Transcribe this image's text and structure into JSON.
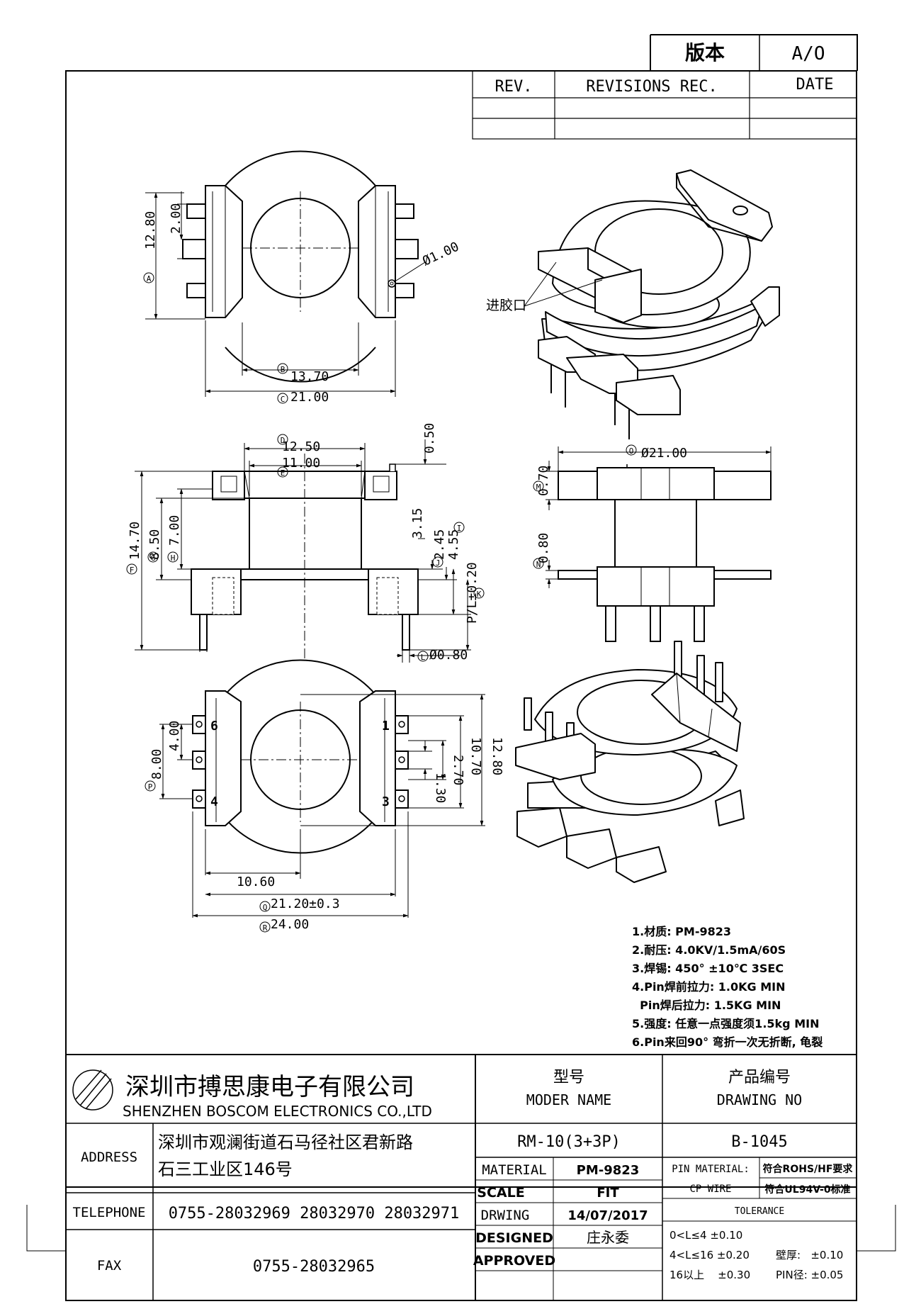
{
  "version_box": {
    "label": "版本",
    "value": "A/O"
  },
  "revisions": {
    "rev": "REV.",
    "rec": "REVISIONS REC.",
    "date": "DATE"
  },
  "top_view": {
    "a": "12.80",
    "b": "2.00",
    "c": "Ø1.00",
    "d": "13.70",
    "e": "21.00",
    "ma": "A",
    "mb": "B",
    "mc": "C"
  },
  "iso_top": {
    "inlet": "进胶口"
  },
  "front_view": {
    "d": "12.50",
    "e": "11.00",
    "f1": "0.50",
    "g": "14.70",
    "h": "8.50",
    "i": "7.00",
    "j": "3.15",
    "k": "2.45",
    "l": "4.55",
    "m": "P/L±0.20",
    "n": "Ø0.80",
    "mD": "D",
    "mE": "E",
    "mF": "F",
    "mG": "G",
    "mH": "H",
    "mJ": "J",
    "mK": "K",
    "mL": "L",
    "mI": "I"
  },
  "side_view": {
    "o": "Ø21.00",
    "m": "0.70",
    "n": "0.80",
    "mO": "O",
    "mM": "M",
    "mN": "N"
  },
  "bottom_view": {
    "pin1": "1",
    "pin3": "3",
    "pin4": "4",
    "pin6": "6",
    "a": "4.00",
    "b": "8.00",
    "c": "1.30",
    "d": "2.70",
    "e": "10.70",
    "f": "12.80",
    "g": "10.60",
    "h": "21.20±0.3",
    "i": "24.00",
    "mP": "P",
    "mQ": "Q",
    "mR": "R"
  },
  "notes": [
    "1.材质: PM-9823",
    "2.耐压: 4.0KV/1.5mA/60S",
    "3.焊锡: 450° ±10℃ 3SEC",
    "4.Pin焊前拉力: 1.0KG MIN",
    "  Pin焊后拉力: 1.5KG MIN",
    "5.强度: 任意一点强度须1.5kg MIN",
    "6.Pin来回90° 弯折一次无折断, 龟裂"
  ],
  "company": {
    "cn": "深圳市搏思康电子有限公司",
    "en": "SHENZHEN BOSCOM ELECTRONICS CO.,LTD"
  },
  "address": {
    "label": "ADDRESS",
    "line1": "深圳市观澜街道石马径社区君新路",
    "line2": "石三工业区146号"
  },
  "telephone": {
    "label": "TELEPHONE",
    "value": "0755-28032969 28032970 28032971"
  },
  "fax": {
    "label": "FAX",
    "value": "0755-28032965"
  },
  "model": {
    "cn": "型号",
    "en": "MODER NAME",
    "value": "RM-10(3+3P)"
  },
  "drawing_no": {
    "cn": "产品编号",
    "en": "DRAWING NO",
    "value": "B-1045"
  },
  "material": {
    "label": "MATERIAL",
    "value": "PM-9823"
  },
  "scale": {
    "label": "SCALE",
    "value": "FIT"
  },
  "drwing": {
    "label": "DRWING",
    "value": "14/07/2017"
  },
  "designed": {
    "label": "DESIGNED",
    "value": "庄永委"
  },
  "approved": {
    "label": "APPROVED",
    "value": ""
  },
  "pin_material": {
    "label1": "PIN MATERIAL:",
    "label2": "CP WIRE",
    "v1": "符合ROHS/HF要求",
    "v2": "符合UL94V-0标准"
  },
  "tolerance": {
    "title": "TOLERANCE",
    "r1": "0<L≤4 ±0.10",
    "r2": "4<L≤16 ±0.20",
    "r3": "16以上    ±0.30",
    "w1": "壁厚:   ±0.10",
    "w2": "PIN径: ±0.05"
  }
}
